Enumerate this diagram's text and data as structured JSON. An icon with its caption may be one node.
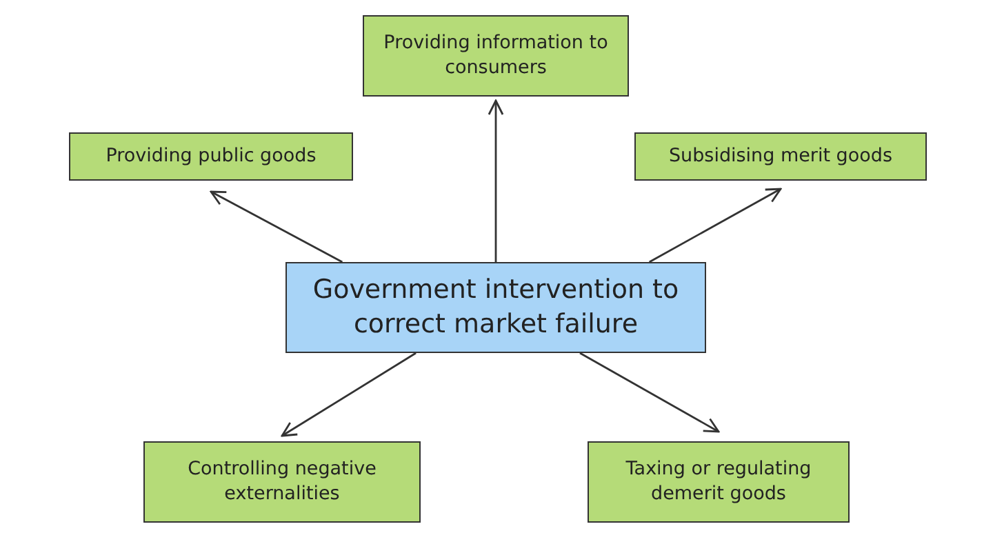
{
  "diagram": {
    "nodes": [
      {
        "text": [
          "Government intervention to correct market failure"
        ]
      },
      {
        "text": [
          "Providing information to consumers"
        ]
      },
      {
        "text": [
          "Providing public goods"
        ]
      },
      {
        "text": [
          "Subsidising merit goods"
        ]
      },
      {
        "text": [
          "Controlling negative externalities"
        ]
      },
      {
        "text": [
          "Taxing or regulating demerit goods"
        ]
      }
    ],
    "edges": [
      {
        "from": 0,
        "to": 1,
        "arrow": "to"
      },
      {
        "from": 0,
        "to": 2,
        "arrow": "to"
      },
      {
        "from": 0,
        "to": 3,
        "arrow": "to"
      },
      {
        "from": 0,
        "to": 4,
        "arrow": "to"
      },
      {
        "from": 0,
        "to": 5,
        "arrow": "to"
      }
    ]
  }
}
